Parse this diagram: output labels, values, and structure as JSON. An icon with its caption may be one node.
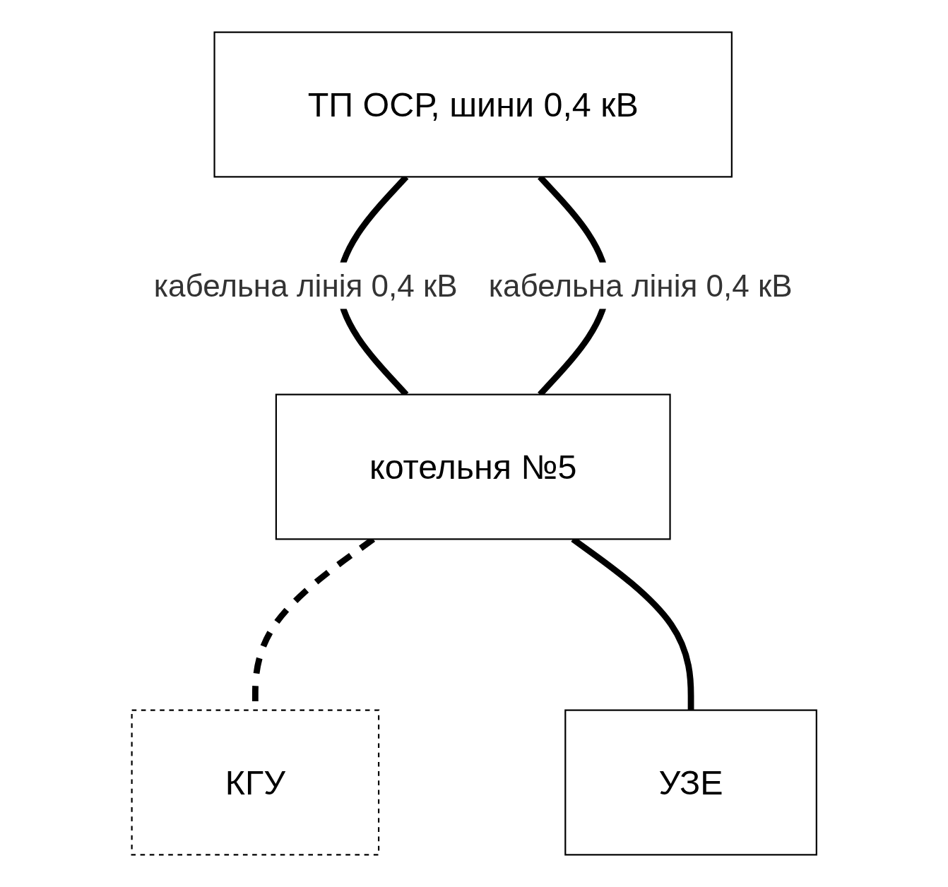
{
  "diagram": {
    "nodes": [
      {
        "text": [
          "ТП ОСР, шини 0,4 кВ"
        ]
      },
      {
        "text": [
          "котельня №5"
        ]
      },
      {
        "text": [
          "КГУ"
        ]
      },
      {
        "text": [
          "УЗЕ"
        ]
      }
    ],
    "edges": [
      {
        "from": 0,
        "to": 1,
        "arrow": "none",
        "label": "кабельна лінія 0,4 кВ"
      },
      {
        "from": 0,
        "to": 1,
        "arrow": "none",
        "label": "кабельна лінія 0,4 кВ"
      },
      {
        "from": 1,
        "to": 2,
        "arrow": "none",
        "style": "dashed"
      },
      {
        "from": 1,
        "to": 3,
        "arrow": "none"
      }
    ]
  }
}
